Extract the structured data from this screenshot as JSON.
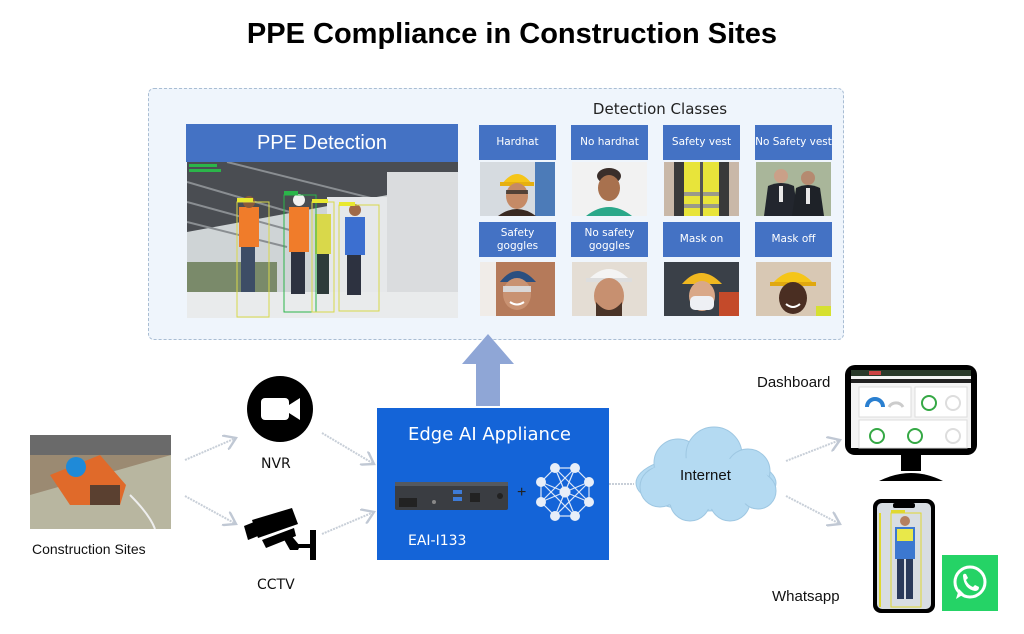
{
  "title": "PPE Compliance in Construction Sites",
  "detection_panel": {
    "header": "PPE Detection",
    "classes_title": "Detection Classes",
    "classes": [
      {
        "label": "Hardhat"
      },
      {
        "label": "No hardhat"
      },
      {
        "label": "Safety vest"
      },
      {
        "label": "No Safety vest"
      },
      {
        "label": "Safety goggles"
      },
      {
        "label": "No safety goggles"
      },
      {
        "label": "Mask on"
      },
      {
        "label": "Mask off"
      }
    ]
  },
  "sources": {
    "site_label": "Construction Sites",
    "nvr_label": "NVR",
    "cctv_label": "CCTV"
  },
  "edge": {
    "title": "Edge AI Appliance",
    "model": "EAI-I133",
    "plus": "+"
  },
  "network": {
    "cloud_label": "Internet"
  },
  "outputs": {
    "dashboard_label": "Dashboard",
    "whatsapp_label": "Whatsapp"
  },
  "colors": {
    "header_blue": "#4472c4",
    "edge_blue": "#1464d8",
    "panel_bg": "#eff5fc",
    "cloud": "#b4daf2",
    "whatsapp_green": "#25d366",
    "arrow": "#8fa6d6"
  }
}
